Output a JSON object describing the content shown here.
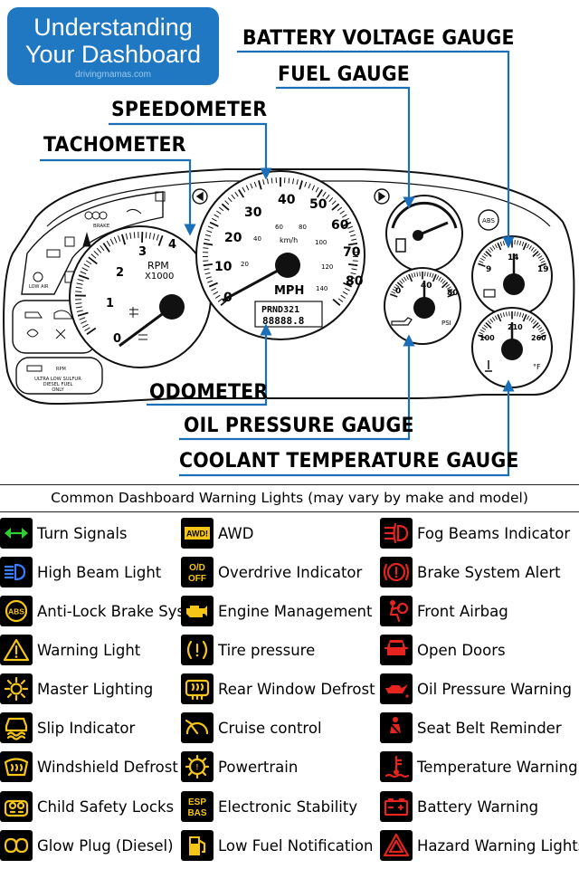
{
  "logo": {
    "line1": "Understanding",
    "line2": "Your Dashboard",
    "site": "drivingmamas.com"
  },
  "gauge_labels": {
    "battery": "BATTERY VOLTAGE GAUGE",
    "fuel": "FUEL GAUGE",
    "speedometer": "SPEEDOMETER",
    "tachometer": "TACHOMETER",
    "odometer": "ODOMETER",
    "oil": "OIL PRESSURE GAUGE",
    "coolant": "COOLANT TEMPERATURE GAUGE"
  },
  "cluster": {
    "tach_numbers": [
      "0",
      "1",
      "2",
      "3",
      "4"
    ],
    "tach_unit1": "RPM",
    "tach_unit2": "X1000",
    "speed_outer": [
      "0",
      "10",
      "20",
      "30",
      "40",
      "50",
      "60",
      "70",
      "80"
    ],
    "speed_inner": [
      "20",
      "40",
      "60",
      "80",
      "100",
      "120",
      "140"
    ],
    "kmh": "km/h",
    "mph": "MPH",
    "prnd": "PRND321",
    "odo": "88888.8",
    "volt_labels": [
      "9",
      "14",
      "19"
    ],
    "oil_labels": [
      "0",
      "40",
      "80"
    ],
    "psi": "PSI",
    "temp_labels": [
      "100",
      "210",
      "260"
    ],
    "temp_unit": "°F",
    "brake": "BRAKE",
    "low_air": "LOW AIR",
    "rpm_arrow": "RPM",
    "diesel_note": [
      "ULTRA LOW SULFUR",
      "DIESEL FUEL",
      "ONLY"
    ],
    "abs": "ABS"
  },
  "legend": {
    "title": "Common Dashboard Warning Lights (may vary by make and model)",
    "items": [
      {
        "label": "Turn Signals",
        "icon": "turn-signals",
        "color": "#33cc33"
      },
      {
        "label": "High Beam Light",
        "icon": "high-beam",
        "color": "#3a7dff"
      },
      {
        "label": "Anti-Lock Brake Sys",
        "icon": "abs",
        "color": "#f5c518"
      },
      {
        "label": "Warning Light",
        "icon": "warning-triangle",
        "color": "#f5c518"
      },
      {
        "label": "Master Lighting",
        "icon": "master-lighting",
        "color": "#f5c518"
      },
      {
        "label": "Slip Indicator",
        "icon": "slip",
        "color": "#f5c518"
      },
      {
        "label": "Windshield Defrost",
        "icon": "windshield-defrost",
        "color": "#f5c518"
      },
      {
        "label": "Child Safety Locks",
        "icon": "child-locks",
        "color": "#f5c518"
      },
      {
        "label": "Glow Plug (Diesel)",
        "icon": "glow-plug",
        "color": "#f5c518"
      },
      {
        "label": "AWD",
        "icon": "awd",
        "icon_text": "AWD!",
        "color": "#f5c518"
      },
      {
        "label": "Overdrive Indicator",
        "icon": "overdrive",
        "icon_text": "O/D OFF",
        "color": "#f5c518"
      },
      {
        "label": "Engine Management",
        "icon": "engine",
        "color": "#f5c518"
      },
      {
        "label": "Tire pressure",
        "icon": "tire-pressure",
        "color": "#f5c518"
      },
      {
        "label": "Rear Window Defrost",
        "icon": "rear-defrost",
        "color": "#f5c518"
      },
      {
        "label": "Cruise control",
        "icon": "cruise",
        "color": "#f5c518"
      },
      {
        "label": "Powertrain",
        "icon": "powertrain",
        "color": "#f5c518"
      },
      {
        "label": "Electronic Stability",
        "icon": "esp",
        "icon_text": "ESP BAS",
        "color": "#f5c518"
      },
      {
        "label": "Low Fuel Notification",
        "icon": "low-fuel",
        "color": "#f5c518"
      },
      {
        "label": "Fog Beams Indicator",
        "icon": "fog",
        "color": "#e52420"
      },
      {
        "label": "Brake System Alert",
        "icon": "brake-alert",
        "color": "#e52420"
      },
      {
        "label": "Front Airbag",
        "icon": "airbag",
        "color": "#e52420"
      },
      {
        "label": "Open Doors",
        "icon": "open-doors",
        "color": "#e52420"
      },
      {
        "label": "Oil Pressure Warning",
        "icon": "oil-can",
        "color": "#e52420"
      },
      {
        "label": "Seat Belt Reminder",
        "icon": "seat-belt",
        "color": "#e52420"
      },
      {
        "label": "Temperature Warning",
        "icon": "temperature",
        "color": "#e52420"
      },
      {
        "label": "Battery Warning",
        "icon": "battery",
        "color": "#e52420"
      },
      {
        "label": "Hazard Warning Lights",
        "icon": "hazard",
        "color": "#e52420"
      }
    ]
  },
  "colors": {
    "accent": "#1f78c1",
    "arrow": "#1a6fb8"
  }
}
